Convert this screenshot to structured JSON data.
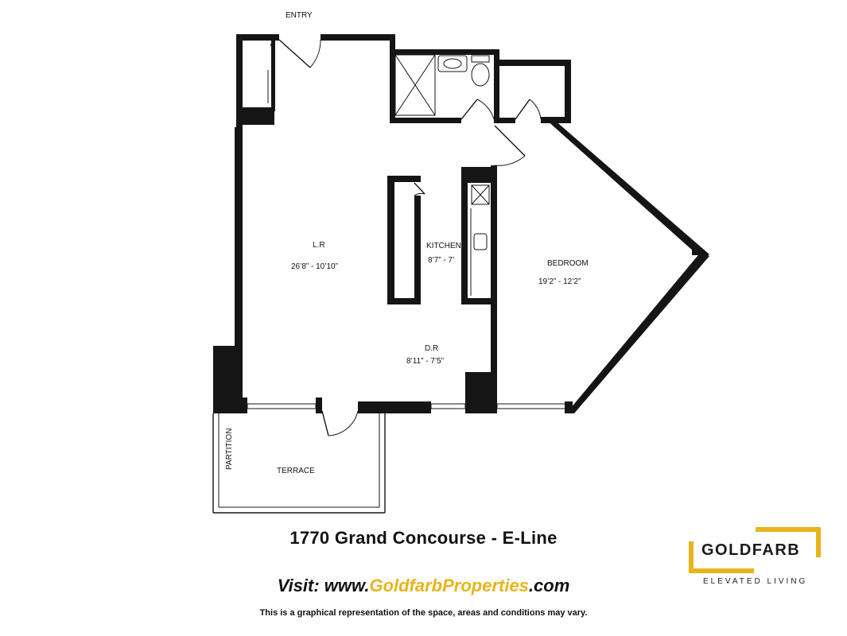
{
  "rooms": {
    "entry": "ENTRY",
    "living_room": {
      "name": "L.R",
      "dims": "26’8” - 10’10”"
    },
    "kitchen": {
      "name": "KITCHEN",
      "dims": "8’7” - 7’"
    },
    "bedroom": {
      "name": "BEDROOM",
      "dims": "19’2” - 12’2”"
    },
    "dining_room": {
      "name": "D.R",
      "dims": "8’11” - 7’5”"
    },
    "terrace": "TERRACE",
    "partition": "PARTITION"
  },
  "title": "1770 Grand Concourse - E-Line",
  "visit": {
    "prefix": "Visit: www.",
    "brand": "GoldfarbProperties",
    "suffix": ".com"
  },
  "disclaimer": "This is a graphical representation of the space, areas and conditions may vary.",
  "logo": {
    "name": "GOLDFARB",
    "tagline": "ELEVATED LIVING",
    "accent_color": "#e8b419"
  }
}
